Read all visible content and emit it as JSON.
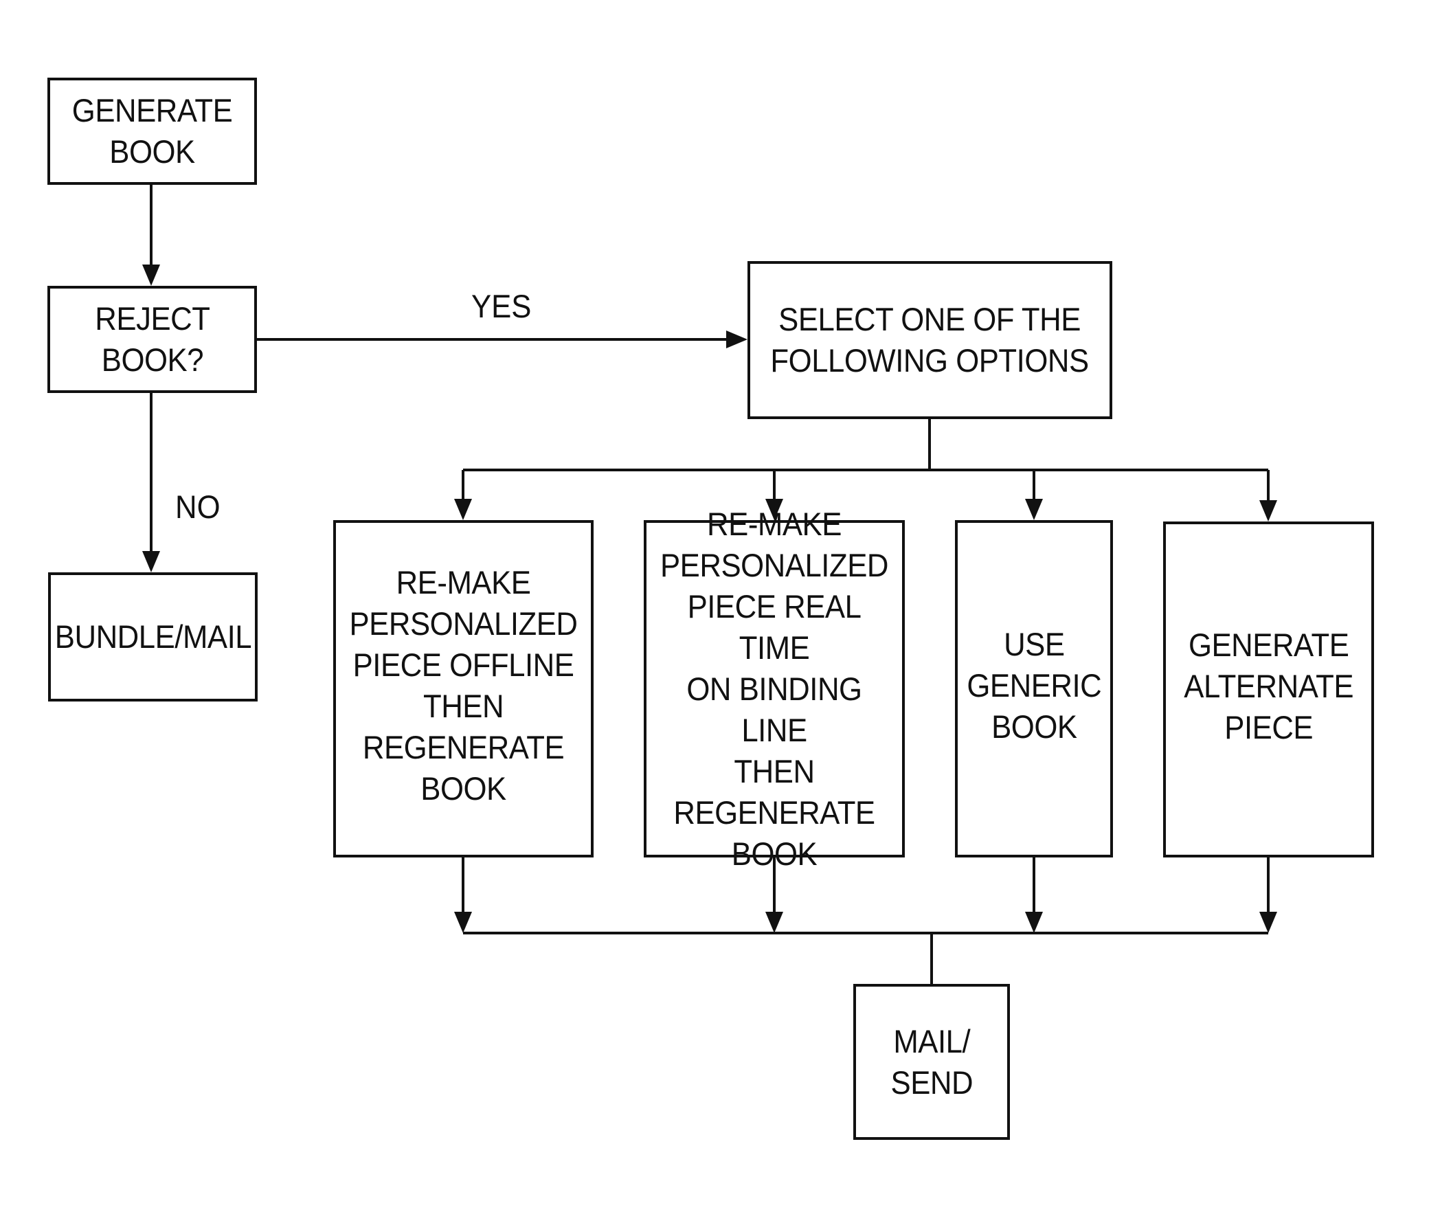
{
  "diagram": {
    "nodes": {
      "generate_book": "GENERATE\nBOOK",
      "reject_book": "REJECT\nBOOK?",
      "bundle_mail": "BUNDLE/MAIL",
      "select_options": "SELECT ONE OF THE\nFOLLOWING OPTIONS",
      "remake_offline": "RE-MAKE\nPERSONALIZED\nPIECE OFFLINE\nTHEN\nREGENERATE\nBOOK",
      "remake_realtime": "RE-MAKE\nPERSONALIZED\nPIECE REAL TIME\nON BINDING LINE\nTHEN\nREGENERATE\nBOOK",
      "use_generic": "USE\nGENERIC\nBOOK",
      "generate_alternate": "GENERATE\nALTERNATE\nPIECE",
      "mail_send": "MAIL/\nSEND"
    },
    "edge_labels": {
      "yes": "YES",
      "no": "NO"
    },
    "colors": {
      "line": "#111111",
      "background": "#ffffff"
    }
  }
}
